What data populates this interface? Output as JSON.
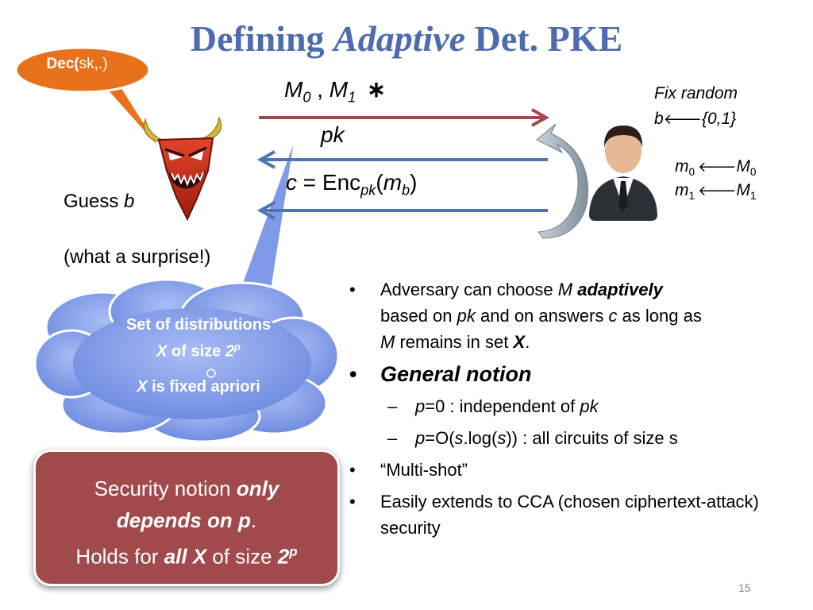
{
  "title": {
    "prefix": "Defining ",
    "emph": "Adaptive",
    "suffix": " Det. PKE"
  },
  "dec_bubble": {
    "bold": "Dec(",
    "rest": "sk,.)"
  },
  "messages": {
    "m_pair": {
      "M0_base": "M",
      "M0_sub": "0",
      "sep": " , ",
      "M1_base": "M",
      "M1_sub": "1",
      "star": "∗"
    },
    "pk": "pk",
    "cipher": {
      "c": "c",
      "eq": " = Enc",
      "enc_sub": "pk",
      "open": "(",
      "arg": "m",
      "arg_sub": "b",
      "close": ")"
    }
  },
  "challenger": {
    "fix_line1": "Fix random",
    "fix_line2": {
      "b": "b",
      "arrow": "🡐",
      "set": "{0,1}"
    },
    "assign0": {
      "m": "m",
      "m_sub": "0",
      "arrow": "🡐",
      "M": "M",
      "M_sub": "0"
    },
    "assign1": {
      "m": "m",
      "m_sub": "1",
      "arrow": "🡐",
      "M": "M",
      "M_sub": "1"
    }
  },
  "adversary": {
    "guess_prefix": "Guess ",
    "guess_var": "b",
    "surprise": "(what a surprise!)"
  },
  "cloud": {
    "line1": "Set of distributions",
    "line2_var": "X",
    "line2_text": " of size ",
    "line2_pow": "2",
    "line2_sup": "p",
    "line3_var": "X",
    "line3_text": " is fixed apriori"
  },
  "security_box": {
    "l1_text": "Security notion ",
    "l1_emph": "only",
    "l2_emph": "depends on p",
    "l2_end": ".",
    "l3_text1": "Holds for ",
    "l3_emph": "all X",
    "l3_text2": " of size ",
    "l3_pow": "2",
    "l3_sup": "p"
  },
  "bullets": {
    "b1": {
      "t1": "Adversary can choose ",
      "M": "M",
      "adapt": "adaptively",
      "t2": "based on ",
      "pk": "pk",
      "t3": " and on answers ",
      "c": "c",
      "t4": " as long as",
      "M2": "M",
      "t5": " remains in set ",
      "X": "X",
      "t6": "."
    },
    "b2": "General notion",
    "b2a": {
      "p": "p",
      "text": "=0 : independent of ",
      "pk": "pk"
    },
    "b2b": {
      "p": "p",
      "t1": "=O(",
      "s1": "s",
      "t2": ".log(",
      "s2": "s",
      "t3": ")) : all circuits of size s"
    },
    "b3": "“Multi-shot”",
    "b4": "Easily extends to CCA (chosen ciphertext-attack) security",
    "bullet_char": "•",
    "dash_char": "–"
  },
  "page_number": "15",
  "colors": {
    "title": "#4f6bb0",
    "arrow_top": "#a04a4c",
    "arrow_blue": "#4f74b5",
    "dec_bubble": "#e8711c",
    "cloud": "#7f9ae6",
    "security_box": "#a04a4c"
  },
  "icons": [
    "devil-icon",
    "businessman-icon",
    "curved-arrow-icon"
  ]
}
